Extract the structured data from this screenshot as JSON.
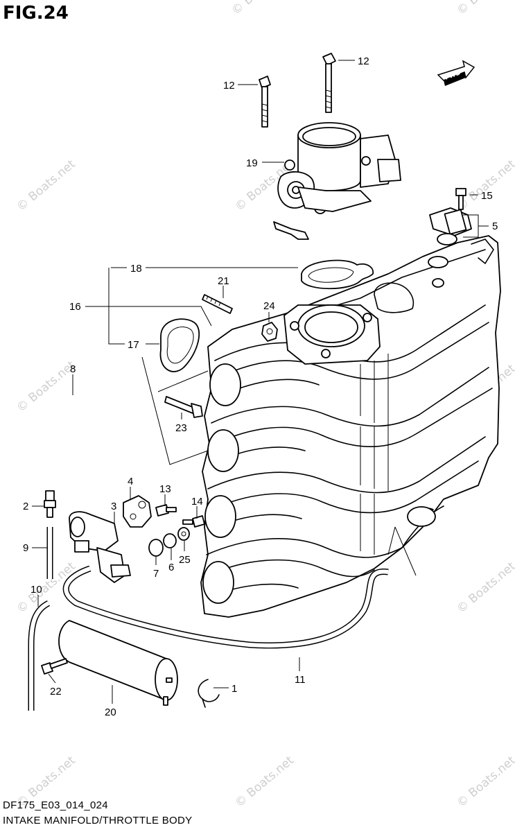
{
  "figure_label": "FIG.24",
  "diagram_code": "DF175_E03_014_024",
  "caption": "INTAKE MANIFOLD/THROTTLE BODY",
  "direction_badge": "FWD",
  "watermark_text": "© Boats.net",
  "callouts": {
    "c1": "1",
    "c2": "2",
    "c3": "3",
    "c4": "4",
    "c5": "5",
    "c6": "6",
    "c7": "7",
    "c8": "8",
    "c9": "9",
    "c10": "10",
    "c11": "11",
    "c12a": "12",
    "c12b": "12",
    "c13": "13",
    "c14": "14",
    "c15": "15",
    "c16": "16",
    "c17": "17",
    "c18": "18",
    "c19": "19",
    "c20": "20",
    "c21": "21",
    "c22": "22",
    "c23": "23",
    "c24": "24",
    "c25": "25"
  }
}
